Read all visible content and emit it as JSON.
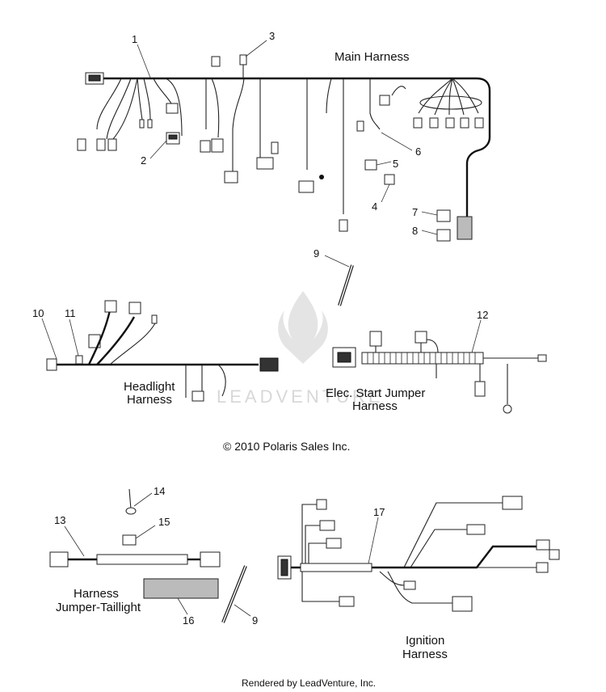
{
  "titles": {
    "main": "Main Harness",
    "headlight_1": "Headlight",
    "headlight_2": "Harness",
    "elec_1": "Elec. Start Jumper",
    "elec_2": "Harness",
    "taillight_1": "Harness",
    "taillight_2": "Jumper-Taillight",
    "ignition_1": "Ignition",
    "ignition_2": "Harness"
  },
  "callouts": {
    "c1": "1",
    "c2": "2",
    "c3": "3",
    "c4": "4",
    "c5": "5",
    "c6": "6",
    "c7": "7",
    "c8": "8",
    "c9a": "9",
    "c9b": "9",
    "c10": "10",
    "c11": "11",
    "c12": "12",
    "c13": "13",
    "c14": "14",
    "c15": "15",
    "c16": "16",
    "c17": "17"
  },
  "copyright": "© 2010 Polaris Sales Inc.",
  "footer": "Rendered by LeadVenture, Inc.",
  "watermark": "LEADVENTURE"
}
